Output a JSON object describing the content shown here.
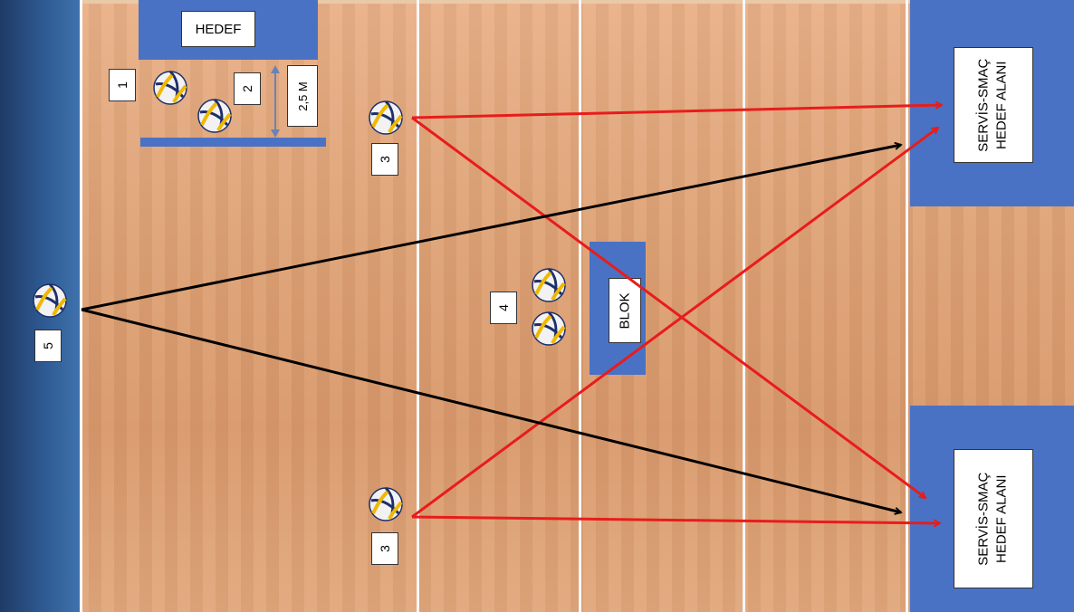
{
  "labels": {
    "target": "HEDEF",
    "distance": "2,5 M",
    "block": "BLOK",
    "target_zone_line1": "SERVİS-SMAÇ",
    "target_zone_line2": "HEDEF ALANI",
    "n1": "1",
    "n2": "2",
    "n3_top": "3",
    "n3_bottom": "3",
    "n4": "4",
    "n5": "5"
  },
  "colors": {
    "court": "#dea174",
    "side_band": "#2e5a92",
    "zone_blue": "#4a72c4",
    "court_lines": "#f7f7f7",
    "arrow_red": "#e81c1c",
    "arrow_black": "#000000"
  },
  "icons": [
    "volleyball-icon"
  ]
}
